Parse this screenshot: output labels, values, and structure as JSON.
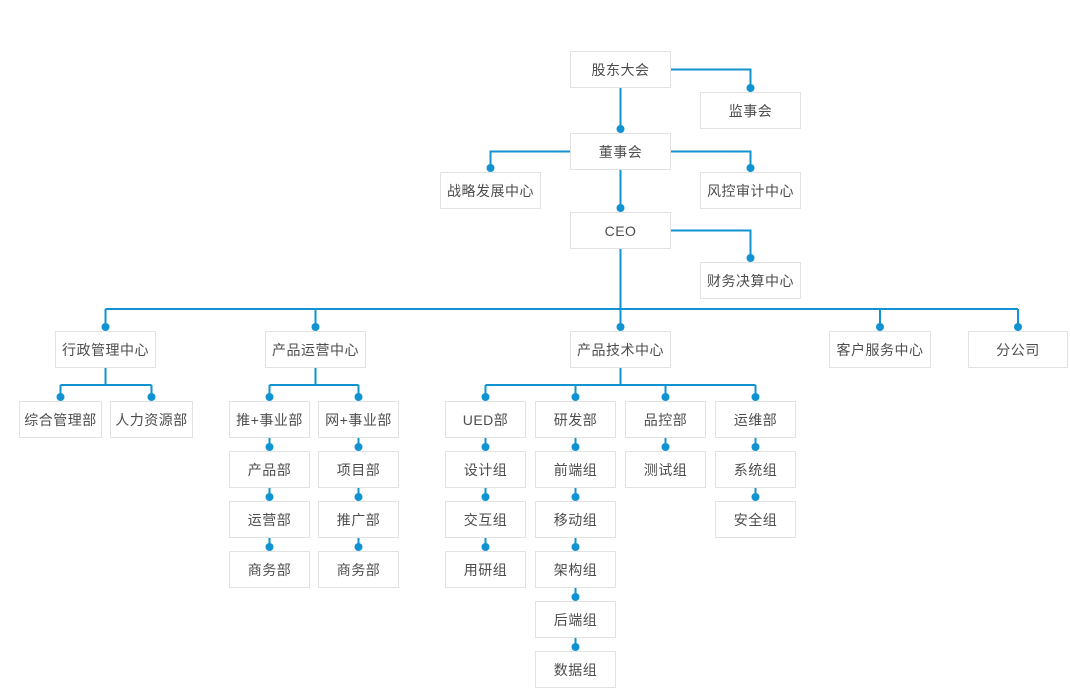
{
  "colors": {
    "line": "#1193d2",
    "node_border": "#e2e2e2",
    "node_bg": "#ffffff",
    "node_text": "#4d4d4d",
    "page_bg": "#ffffff"
  },
  "nodes": {
    "shareholders_meeting": {
      "label": "股东大会"
    },
    "supervisory_board": {
      "label": "监事会"
    },
    "board_of_directors": {
      "label": "董事会"
    },
    "strategy_dev_center": {
      "label": "战略发展中心"
    },
    "risk_audit_center": {
      "label": "风控审计中心"
    },
    "ceo": {
      "label": "CEO"
    },
    "finance_center": {
      "label": "财务决算中心"
    },
    "admin_center": {
      "label": "行政管理中心"
    },
    "product_ops_center": {
      "label": "产品运营中心"
    },
    "product_tech_center": {
      "label": "产品技术中心"
    },
    "customer_service_center": {
      "label": "客户服务中心"
    },
    "branch_company": {
      "label": "分公司"
    },
    "general_mgmt_dept": {
      "label": "综合管理部"
    },
    "hr_dept": {
      "label": "人力资源部"
    },
    "tui_division": {
      "label": "推+事业部"
    },
    "wang_division": {
      "label": "网+事业部"
    },
    "product_dept": {
      "label": "产品部"
    },
    "operations_dept": {
      "label": "运营部"
    },
    "business_dept_tui": {
      "label": "商务部"
    },
    "project_dept": {
      "label": "项目部"
    },
    "promotion_dept": {
      "label": "推广部"
    },
    "business_dept_wang": {
      "label": "商务部"
    },
    "ued_dept": {
      "label": "UED部"
    },
    "rd_dept": {
      "label": "研发部"
    },
    "qc_dept": {
      "label": "品控部"
    },
    "om_dept": {
      "label": "运维部"
    },
    "design_group": {
      "label": "设计组"
    },
    "interaction_group": {
      "label": "交互组"
    },
    "user_research_group": {
      "label": "用研组"
    },
    "frontend_group": {
      "label": "前端组"
    },
    "mobile_group": {
      "label": "移动组"
    },
    "architecture_group": {
      "label": "架构组"
    },
    "backend_group": {
      "label": "后端组"
    },
    "data_group": {
      "label": "数据组"
    },
    "testing_group": {
      "label": "测试组"
    },
    "system_group": {
      "label": "系统组"
    },
    "security_group": {
      "label": "安全组"
    }
  },
  "edges": [
    [
      "shareholders_meeting",
      "supervisory_board"
    ],
    [
      "shareholders_meeting",
      "board_of_directors"
    ],
    [
      "board_of_directors",
      "strategy_dev_center"
    ],
    [
      "board_of_directors",
      "risk_audit_center"
    ],
    [
      "board_of_directors",
      "ceo"
    ],
    [
      "ceo",
      "finance_center"
    ],
    [
      "ceo",
      "admin_center"
    ],
    [
      "ceo",
      "product_ops_center"
    ],
    [
      "ceo",
      "product_tech_center"
    ],
    [
      "ceo",
      "customer_service_center"
    ],
    [
      "ceo",
      "branch_company"
    ],
    [
      "admin_center",
      "general_mgmt_dept"
    ],
    [
      "admin_center",
      "hr_dept"
    ],
    [
      "product_ops_center",
      "tui_division"
    ],
    [
      "product_ops_center",
      "wang_division"
    ],
    [
      "tui_division",
      "product_dept"
    ],
    [
      "product_dept",
      "operations_dept"
    ],
    [
      "operations_dept",
      "business_dept_tui"
    ],
    [
      "wang_division",
      "project_dept"
    ],
    [
      "project_dept",
      "promotion_dept"
    ],
    [
      "promotion_dept",
      "business_dept_wang"
    ],
    [
      "product_tech_center",
      "ued_dept"
    ],
    [
      "product_tech_center",
      "rd_dept"
    ],
    [
      "product_tech_center",
      "qc_dept"
    ],
    [
      "product_tech_center",
      "om_dept"
    ],
    [
      "ued_dept",
      "design_group"
    ],
    [
      "design_group",
      "interaction_group"
    ],
    [
      "interaction_group",
      "user_research_group"
    ],
    [
      "rd_dept",
      "frontend_group"
    ],
    [
      "frontend_group",
      "mobile_group"
    ],
    [
      "mobile_group",
      "architecture_group"
    ],
    [
      "architecture_group",
      "backend_group"
    ],
    [
      "backend_group",
      "data_group"
    ],
    [
      "qc_dept",
      "testing_group"
    ],
    [
      "om_dept",
      "system_group"
    ],
    [
      "system_group",
      "security_group"
    ]
  ]
}
